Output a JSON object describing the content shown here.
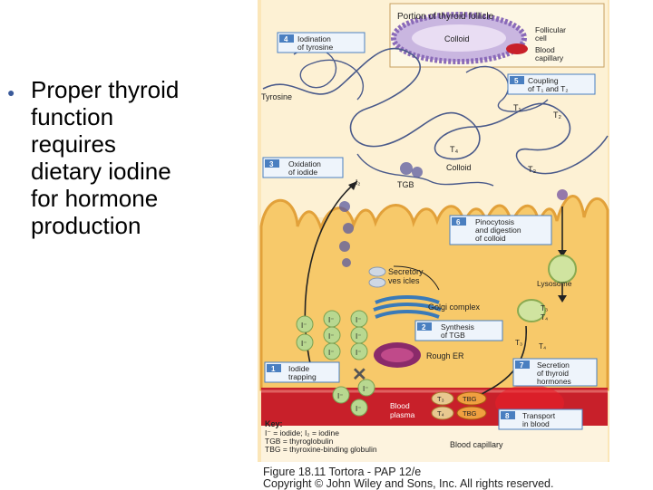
{
  "slide": {
    "bullet_lines": [
      "Proper thyroid",
      "function",
      "requires",
      "dietary iodine",
      "for hormone",
      "production"
    ]
  },
  "figure": {
    "inset": {
      "title": "Portion of thyroid follicle",
      "colloid": "Colloid",
      "follicular_cell": [
        "Follicular",
        "cell"
      ],
      "blood_capillary": [
        "Blood",
        "capillary"
      ]
    },
    "steps": [
      {
        "number": "1",
        "lines": [
          "Iodide",
          "trapping"
        ]
      },
      {
        "number": "2",
        "lines": [
          "Synthesis",
          "of TGB"
        ]
      },
      {
        "number": "3",
        "lines": [
          "Oxidation",
          "of iodide"
        ]
      },
      {
        "number": "4",
        "lines": [
          "Iodination",
          "of tyrosine"
        ]
      },
      {
        "number": "5",
        "lines": [
          "Coupling",
          "of T₁ and T₂"
        ]
      },
      {
        "number": "6",
        "lines": [
          "Pinocytosis",
          "and digestion",
          "of colloid"
        ]
      },
      {
        "number": "7",
        "lines": [
          "Secretion",
          "of thyroid",
          "hormones"
        ]
      },
      {
        "number": "8",
        "lines": [
          "Transport",
          "in blood"
        ]
      }
    ],
    "labels": {
      "tyrosine": "Tyrosine",
      "t1": "T₁",
      "t2": "T₂",
      "t3": "T₃",
      "t4": "T₄",
      "colloid": "Colloid",
      "i2": "I₂",
      "tgb": "TGB",
      "secretory_vesicles": [
        "Secretory",
        "ves icles"
      ],
      "golgi": "Golgi complex",
      "lysosome": "Lysosome",
      "rough_er": "Rough ER",
      "blood_plasma": [
        "Blood",
        "plasma"
      ],
      "tbg": "TBG",
      "blood_capillary": "Blood capillary",
      "iodide_ion": "I⁻"
    },
    "key": {
      "title": "Key:",
      "lines": [
        "I⁻ = iodide; I₂ = iodine",
        "TGB = thyroglobulin",
        "TBG = thyroxine-binding globulin"
      ]
    },
    "colors": {
      "background": "#fbe6b8",
      "cell": "#f7c96a",
      "cell_edge": "#e2a13a",
      "blood": "#c8202a",
      "step_badge": "#4a7fc0",
      "label_box": "#eef4fb",
      "ion_green": "#b8d890",
      "coil": "#4a5a8a"
    }
  },
  "caption": {
    "line1": "Figure 18.11  Tortora - PAP 12/e",
    "line2": "Copyright © John Wiley and Sons, Inc. All rights reserved."
  }
}
